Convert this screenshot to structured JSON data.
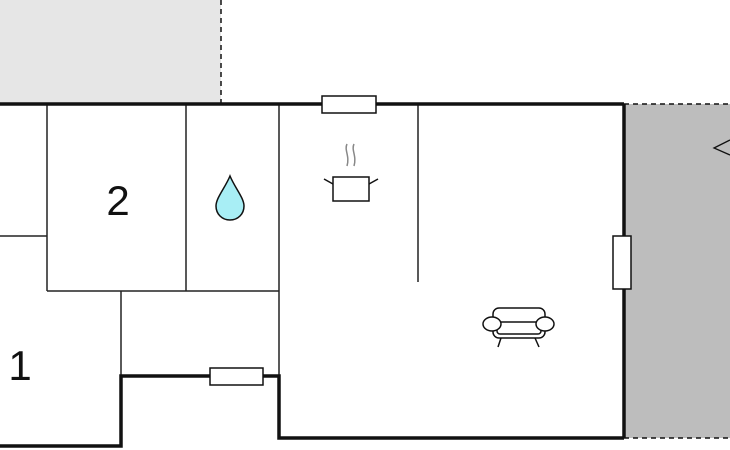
{
  "floorplan": {
    "rooms": [
      {
        "id": "bedroom-1",
        "label": "1"
      },
      {
        "id": "bedroom-2",
        "label": "2"
      }
    ],
    "icons": [
      {
        "room": "bathroom",
        "name": "water-drop-icon"
      },
      {
        "room": "kitchen",
        "name": "cooking-pot-icon"
      },
      {
        "room": "living-room",
        "name": "sofa-icon"
      }
    ],
    "colors": {
      "wall": "#111111",
      "thin_wall": "#222222",
      "terrace": "#bdbdbd",
      "yard": "#e6e6e6",
      "water": "#a8eef5",
      "floor": "#ffffff"
    }
  }
}
